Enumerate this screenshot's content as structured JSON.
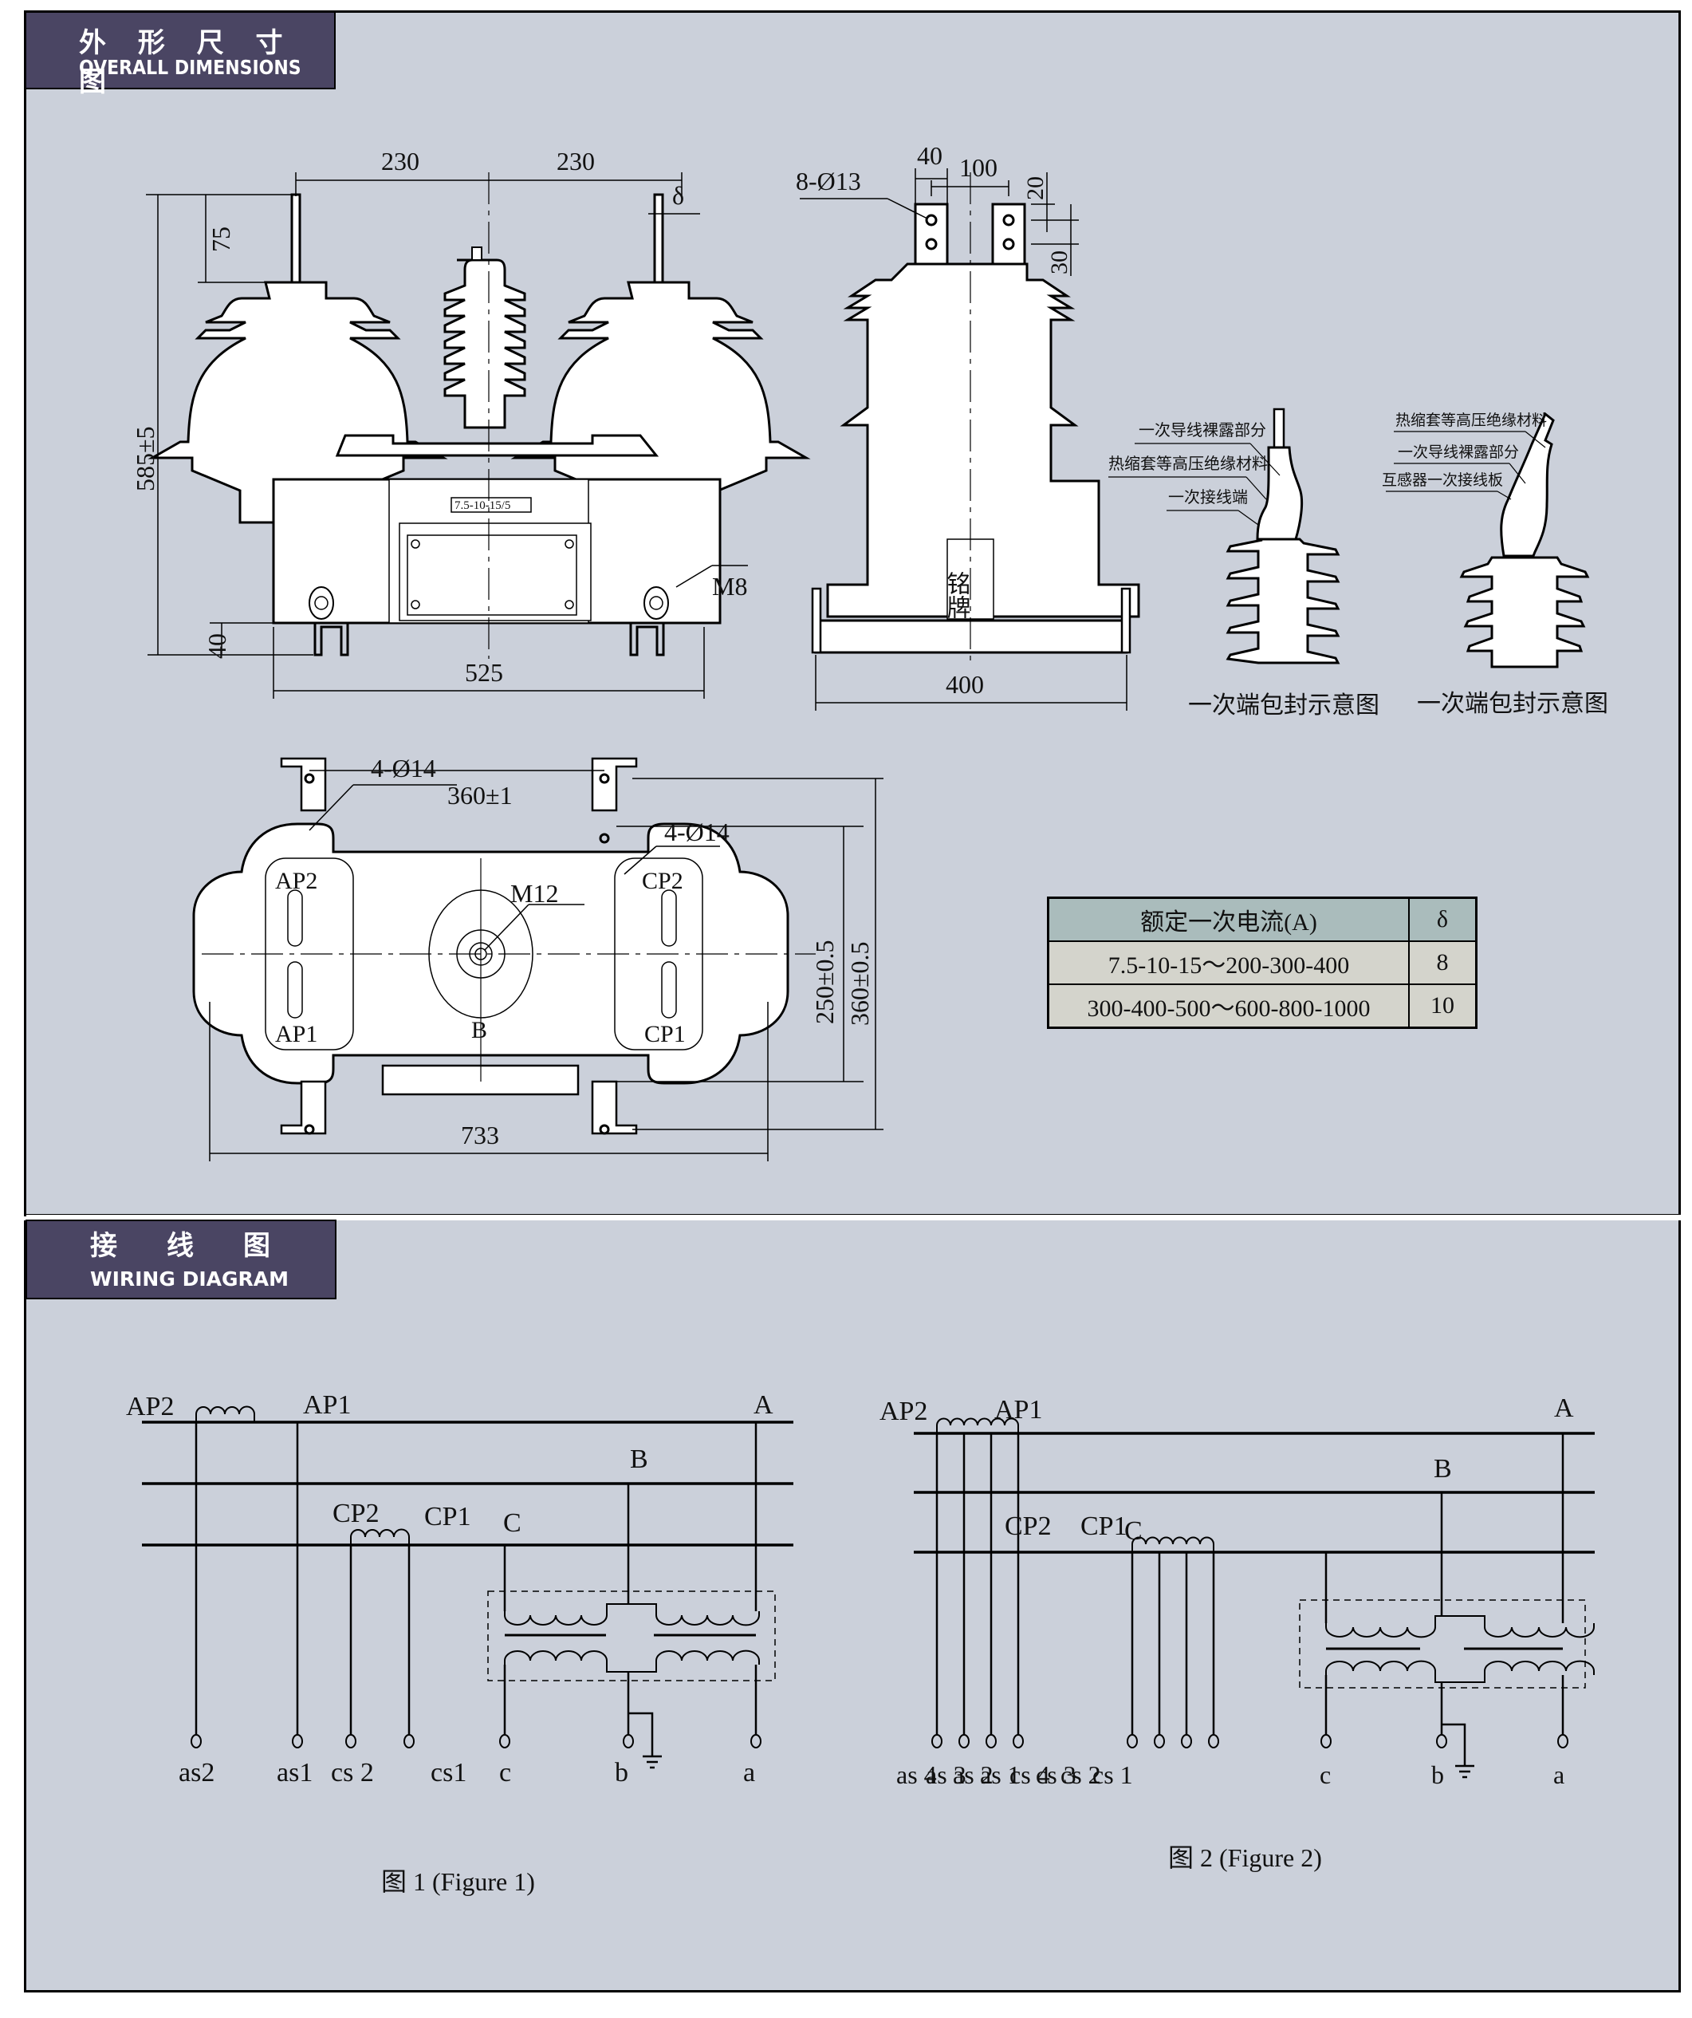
{
  "sections": {
    "dimensions": {
      "title_cn": "外 形 尺 寸 图",
      "title_en": "OVERALL DIMENSIONS"
    },
    "wiring": {
      "title_cn": "接　线　图",
      "title_en": "WIRING DIAGRAM"
    }
  },
  "front_view": {
    "dim_left_spacing": "230",
    "dim_right_spacing": "230",
    "dim_delta": "δ",
    "dim_terminal_height": "75",
    "dim_total_height": "585±5",
    "dim_base_height": "40",
    "dim_width": "525",
    "rating_plate": "7.5-10-15/5",
    "bolt_label": "M8"
  },
  "side_view": {
    "holes_label": "8-Ø13",
    "dim_terminal_width": "40",
    "dim_terminal_spacing": "100",
    "dim_hole_top": "20",
    "dim_hole_spacing": "30",
    "nameplate": "铭牌",
    "dim_width": "400"
  },
  "encapsulation": {
    "left": {
      "labels": [
        "一次导线裸露部分",
        "热缩套等高压绝缘材料",
        "一次接线端"
      ],
      "caption": "一次端包封示意图"
    },
    "right": {
      "labels": [
        "热缩套等高压绝缘材料",
        "一次导线裸露部分",
        "互感器一次接线板"
      ],
      "caption": "一次端包封示意图"
    }
  },
  "top_view": {
    "holes_top": "4-Ø14",
    "holes_right": "4-Ø14",
    "dim_hole_spacing": "360±1",
    "dim_inner": "250±0.5",
    "dim_outer": "360±0.5",
    "dim_width": "733",
    "center_bolt": "M12",
    "terminals": {
      "ap2": "AP2",
      "ap1": "AP1",
      "cp2": "CP2",
      "cp1": "CP1",
      "b": "B"
    }
  },
  "spec_table": {
    "headers": [
      "额定一次电流(A)",
      "δ"
    ],
    "rows": [
      [
        "7.5-10-15～200-300-400",
        "8"
      ],
      [
        "300-400-500～600-800-1000",
        "10"
      ]
    ]
  },
  "figure1": {
    "phase_labels": {
      "A": "A",
      "B": "B",
      "C": "C"
    },
    "primary_labels": {
      "ap2": "AP2",
      "ap1": "AP1",
      "cp2": "CP2",
      "cp1": "CP1"
    },
    "terminals": [
      "as2",
      "as1",
      "cs 2",
      "cs1",
      "c",
      "b",
      "a"
    ],
    "caption": "图 1 (Figure 1)"
  },
  "figure2": {
    "phase_labels": {
      "A": "A",
      "B": "B",
      "C": "C"
    },
    "primary_labels": {
      "ap2": "AP2",
      "ap1": "AP1",
      "cp2": "CP2",
      "cp1": "CP1"
    },
    "terminals": [
      "as 4",
      "as 3",
      "as 2",
      "as 1",
      "cs 4",
      "cs 3",
      "cs 2",
      "cs 1",
      "c",
      "b",
      "a"
    ],
    "caption": "图 2 (Figure 2)"
  },
  "colors": {
    "banner": "#4a4563",
    "panel": "#cbd0da",
    "table_header": "#aabcbc",
    "table_body": "#d4d4cc"
  }
}
